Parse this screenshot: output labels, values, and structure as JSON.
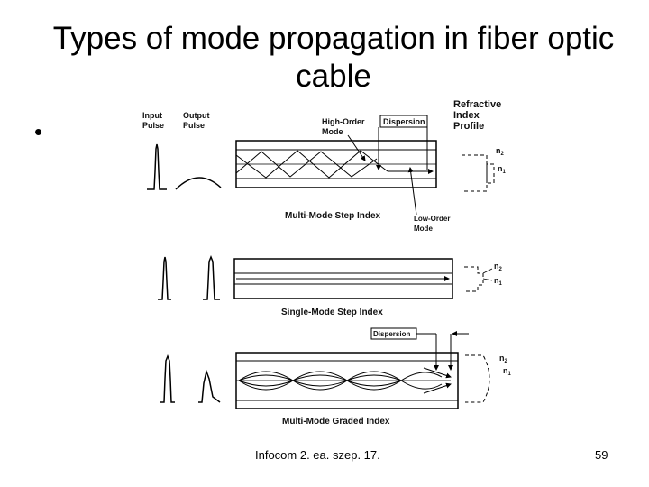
{
  "title": "Types of mode propagation in fiber optic cable",
  "bullet": "•",
  "diagram": {
    "labels": {
      "input_pulse_1": "Input",
      "input_pulse_2": "Pulse",
      "output_pulse_1": "Output",
      "output_pulse_2": "Pulse",
      "high_order_1": "High-Order",
      "high_order_2": "Mode",
      "dispersion_top": "Dispersion",
      "refractive_1": "Refractive",
      "refractive_2": "Index",
      "refractive_3": "Profile",
      "n2_a": "n",
      "n2_a_sub": "2",
      "n1_a": "n",
      "n1_a_sub": "1",
      "multi_step": "Multi-Mode Step Index",
      "low_order_1": "Low-Order",
      "low_order_2": "Mode",
      "n2_b": "n",
      "n2_b_sub": "2",
      "n1_b": "n",
      "n1_b_sub": "1",
      "single_step": "Single-Mode Step Index",
      "dispersion_bottom": "Dispersion",
      "n2_c": "n",
      "n2_c_sub": "2",
      "n1_c": "n",
      "n1_c_sub": "1",
      "multi_graded": "Multi-Mode Graded Index"
    }
  },
  "footer": "Infocom 2. ea. szep. 17.",
  "page_number": "59"
}
